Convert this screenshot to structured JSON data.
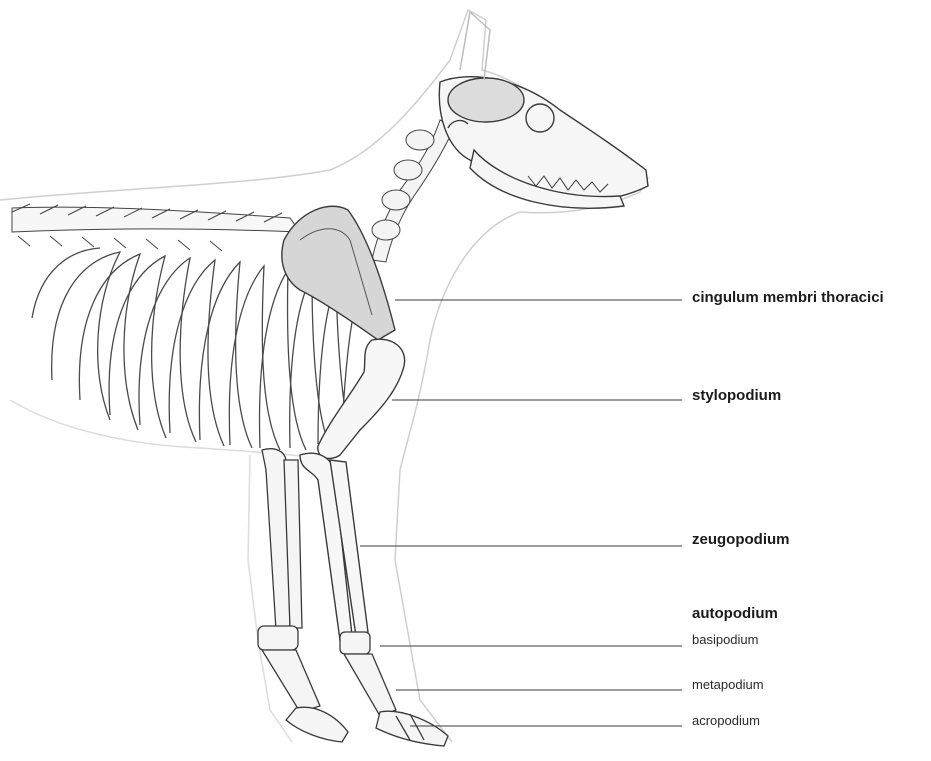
{
  "labels": {
    "cingulum": "cingulum membri thoracici",
    "stylopodium": "stylopodium",
    "zeugopodium": "zeugopodium",
    "autopodium": "autopodium",
    "basipodium": "basipodium",
    "metapodium": "metapodium",
    "acropodium": "acropodium"
  },
  "colors": {
    "line": "#3a3a3a",
    "bone": "#f7f7f7",
    "shade": "#d8d8d8",
    "outline": "#c8c8c8"
  }
}
